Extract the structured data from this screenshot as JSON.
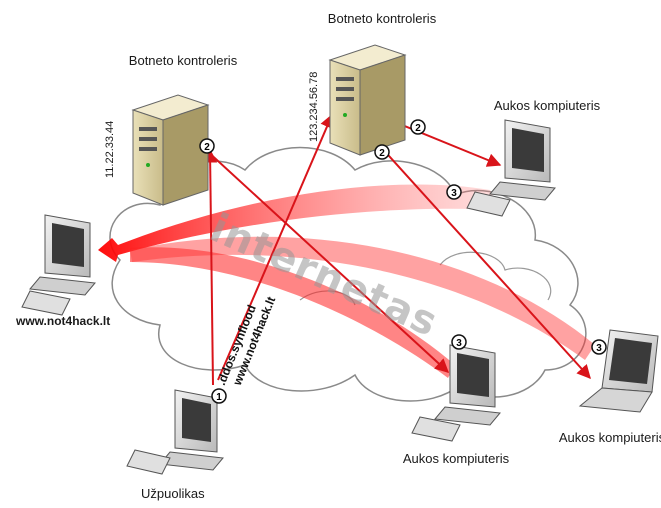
{
  "diagram": {
    "controller_left": {
      "label": "Botneto kontroleris",
      "ip": "11.22.33.44"
    },
    "controller_top": {
      "label": "Botneto kontroleris",
      "ip": "123.234.56.78"
    },
    "victim_top_right": {
      "label": "Aukos kompiuteris"
    },
    "victim_bottom_center": {
      "label": "Aukos kompiuteris"
    },
    "victim_laptop": {
      "label": "Aukos kompiuteris"
    },
    "target": {
      "label": "www.not4hack.lt"
    },
    "attacker": {
      "label": "Užpuolikas"
    },
    "internet_label": "internetas",
    "command_line1": ".ddos.synflood",
    "command_line2": "www.not4hack.lt",
    "step_badges": [
      "1",
      "2",
      "3"
    ]
  }
}
